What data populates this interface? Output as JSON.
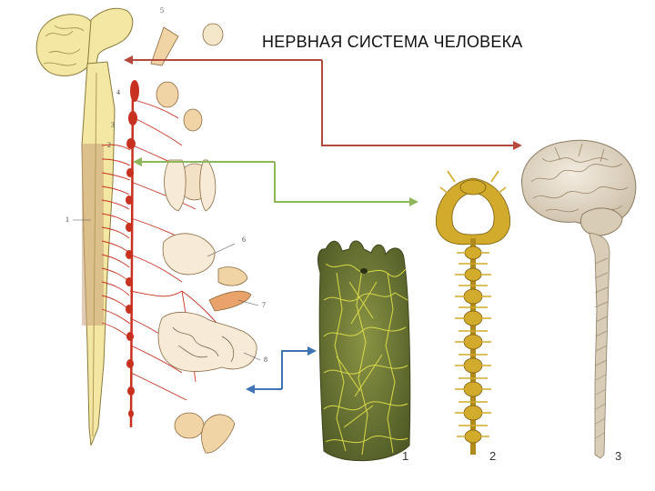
{
  "slide": {
    "title": "НЕРВНАЯ СИСТЕМА ЧЕЛОВЕКА"
  },
  "figure_numbers": [
    "1",
    "2",
    "3"
  ],
  "anatomy_labels": [
    "5",
    "4",
    "3",
    "2",
    "1",
    "6",
    "7",
    "8"
  ],
  "colors": {
    "arrow_red": "#b5493e",
    "arrow_green": "#8db75a",
    "arrow_blue": "#3f74b4",
    "spinal_cord": "#f4e6a3",
    "nerves": "#c8311f",
    "hydra_body": "#6f7a3a",
    "hydra_net": "#e5e54a",
    "chain_ganglia": "#d2aa2c",
    "brain": "#e7dccb"
  }
}
